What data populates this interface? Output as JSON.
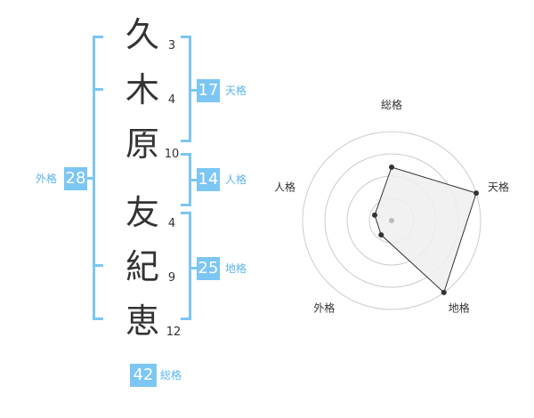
{
  "name": {
    "characters": [
      {
        "char": "久",
        "strokes": "3"
      },
      {
        "char": "木",
        "strokes": "4"
      },
      {
        "char": "原",
        "strokes": "10"
      },
      {
        "char": "友",
        "strokes": "4"
      },
      {
        "char": "紀",
        "strokes": "9"
      },
      {
        "char": "恵",
        "strokes": "12"
      }
    ]
  },
  "fortunes": {
    "tenkaku": {
      "value": "17",
      "label": "天格"
    },
    "jinkaku": {
      "value": "14",
      "label": "人格"
    },
    "chikaku": {
      "value": "25",
      "label": "地格"
    },
    "gaikaku": {
      "value": "28",
      "label": "外格"
    },
    "soukaku": {
      "value": "42",
      "label": "総格"
    }
  },
  "chart_data": {
    "type": "radar",
    "axes": [
      "総格",
      "天格",
      "地格",
      "外格",
      "人格"
    ],
    "values": [
      3,
      5,
      5,
      1,
      1
    ],
    "max": 5,
    "rings": 4
  },
  "colors": {
    "accent": "#7cc6f4",
    "label": "#5bb4ec",
    "text": "#333333",
    "grid": "#cccccc",
    "fill": "#efefef"
  }
}
